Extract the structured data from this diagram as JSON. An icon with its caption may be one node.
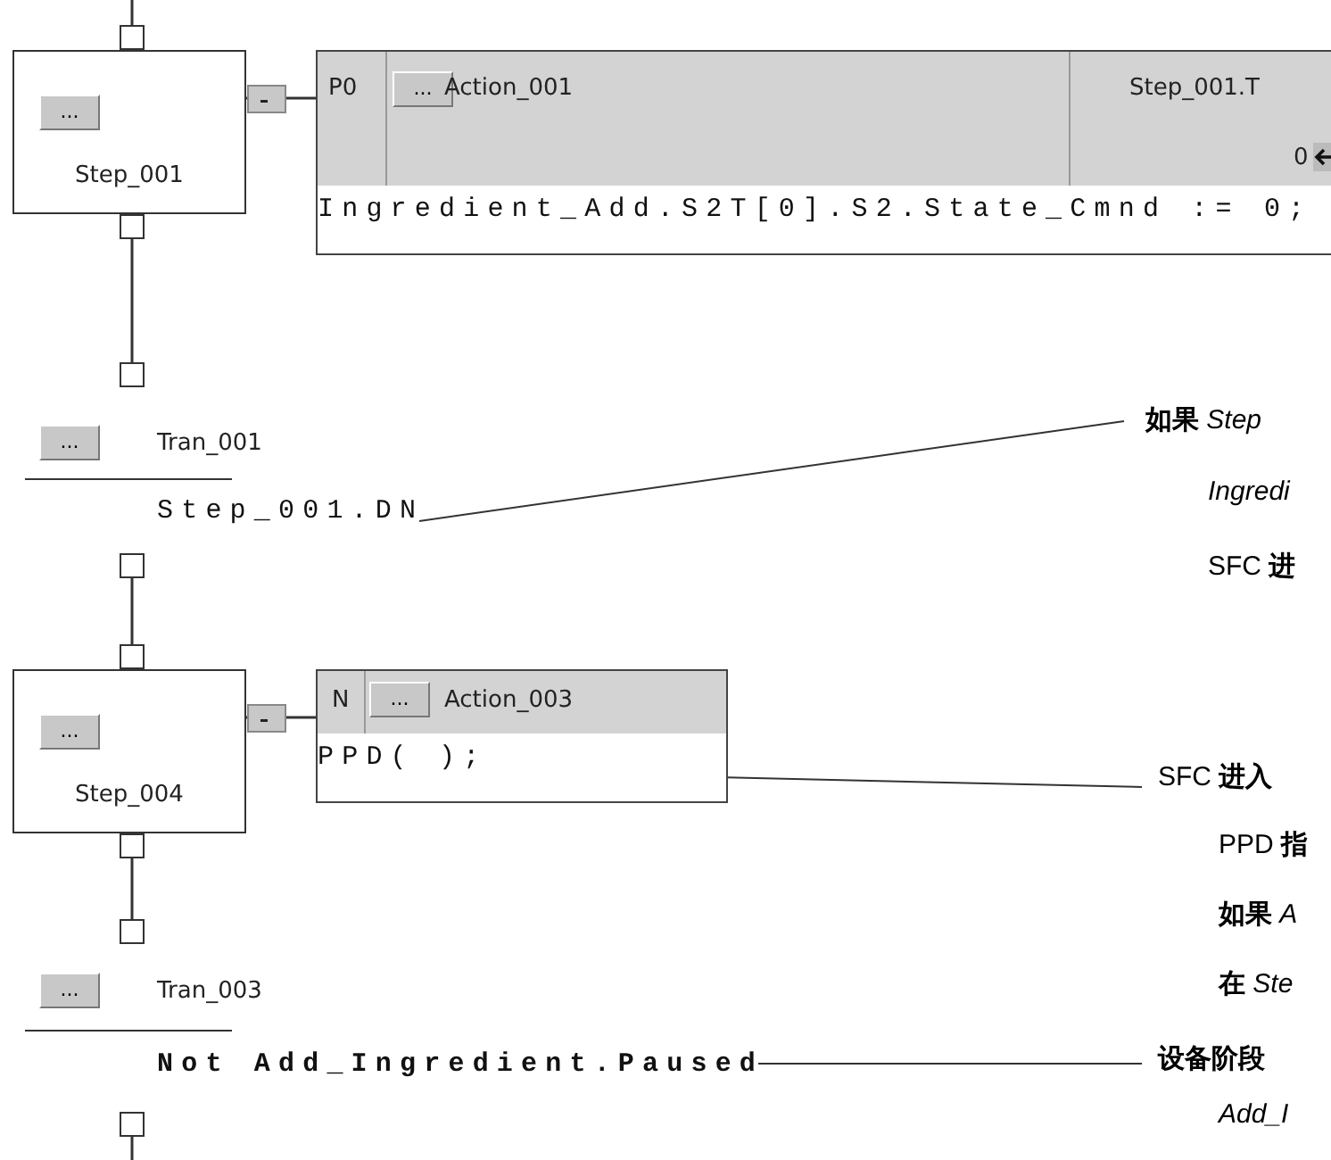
{
  "diagram": {
    "nodes": [
      {
        "text": [
          "...",
          "Step_001"
        ]
      },
      {
        "text": [
          "P0",
          "...",
          "Action_001",
          "Step_001.T",
          "0",
          "Ingredient_Add.S2T[0].S2.State_Cmnd := 0;"
        ]
      },
      {
        "text": [
          "...",
          "Tran_001",
          "Step_001.DN"
        ]
      },
      {
        "text": [
          "...",
          "Step_004"
        ]
      },
      {
        "text": [
          "N",
          "...",
          "Action_003",
          "PPD( );"
        ]
      },
      {
        "text": [
          "...",
          "Tran_003",
          "Not Add_Ingredient.Paused"
        ]
      },
      {
        "text": [
          "**如果** *Step*",
          "*Ingredi*",
          "SFC **进**"
        ]
      },
      {
        "text": [
          "SFC **进入**",
          "PPD **指**",
          "**如果** *A*",
          "**在** *Ste*"
        ]
      },
      {
        "text": [
          "**设备阶段**",
          "*Add_I*"
        ]
      }
    ],
    "edges": [
      {
        "from": null,
        "to": 0,
        "arrow": "none"
      },
      {
        "from": 0,
        "to": 1,
        "arrow": "none"
      },
      {
        "from": 0,
        "to": 2,
        "arrow": "none"
      },
      {
        "from": 2,
        "to": 3,
        "arrow": "none"
      },
      {
        "from": 3,
        "to": 4,
        "arrow": "none"
      },
      {
        "from": 3,
        "to": 5,
        "arrow": "none"
      },
      {
        "from": 5,
        "to": null,
        "arrow": "none"
      },
      {
        "from": 6,
        "to": 2,
        "arrow": "none"
      },
      {
        "from": 7,
        "to": 4,
        "arrow": "none"
      },
      {
        "from": 8,
        "to": 5,
        "arrow": "none"
      }
    ]
  }
}
